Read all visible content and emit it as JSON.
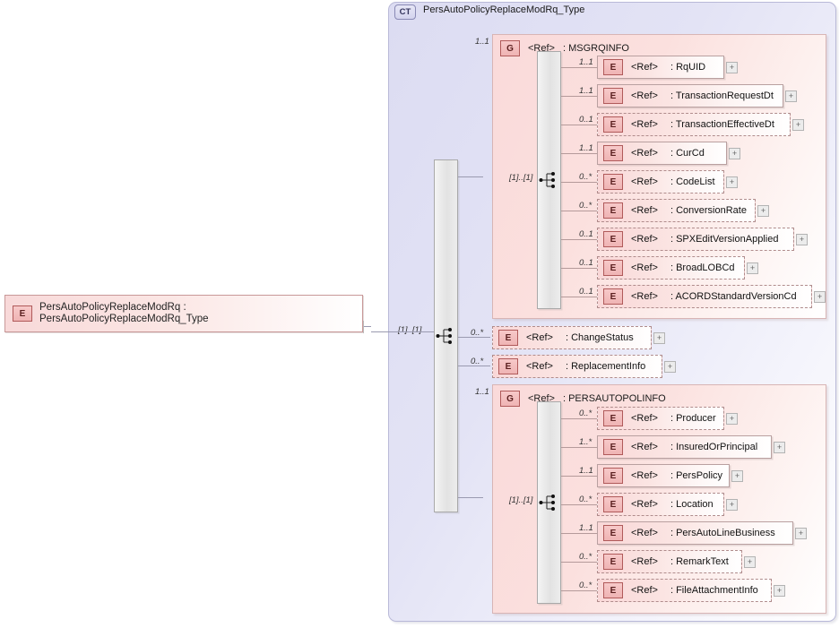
{
  "diagram": {
    "type": "xsd-schema-tree",
    "root_element": {
      "icon": "E",
      "name": "PersAutoPolicyReplaceModRq",
      "separator": ":",
      "type": "PersAutoPolicyReplaceModRq_Type",
      "label": "PersAutoPolicyReplaceModRq : PersAutoPolicyReplaceModRq_Type"
    },
    "complex_type": {
      "icon": "CT",
      "name": "PersAutoPolicyReplaceModRq_Type"
    },
    "sequence_cardinality": "[1]..[1]",
    "ref_label": "<Ref>",
    "groups": [
      {
        "icon": "G",
        "ref": "<Ref>",
        "name": ": MSGRQINFO",
        "cardinality": "1..1",
        "sequence_cardinality": "[1]..[1]",
        "children": [
          {
            "icon": "E",
            "ref": "<Ref>",
            "name": ": RqUID",
            "cardinality": "1..1",
            "required": true
          },
          {
            "icon": "E",
            "ref": "<Ref>",
            "name": ": TransactionRequestDt",
            "cardinality": "1..1",
            "required": true
          },
          {
            "icon": "E",
            "ref": "<Ref>",
            "name": ": TransactionEffectiveDt",
            "cardinality": "0..1",
            "required": false
          },
          {
            "icon": "E",
            "ref": "<Ref>",
            "name": ": CurCd",
            "cardinality": "1..1",
            "required": true
          },
          {
            "icon": "E",
            "ref": "<Ref>",
            "name": ": CodeList",
            "cardinality": "0..*",
            "required": false
          },
          {
            "icon": "E",
            "ref": "<Ref>",
            "name": ": ConversionRate",
            "cardinality": "0..*",
            "required": false
          },
          {
            "icon": "E",
            "ref": "<Ref>",
            "name": ": SPXEditVersionApplied",
            "cardinality": "0..1",
            "required": false
          },
          {
            "icon": "E",
            "ref": "<Ref>",
            "name": ": BroadLOBCd",
            "cardinality": "0..1",
            "required": false
          },
          {
            "icon": "E",
            "ref": "<Ref>",
            "name": ": ACORDStandardVersionCd",
            "cardinality": "0..1",
            "required": false
          }
        ]
      },
      {
        "icon": "G",
        "ref": "<Ref>",
        "name": ": PERSAUTOPOLINFO",
        "cardinality": "1..1",
        "sequence_cardinality": "[1]..[1]",
        "children": [
          {
            "icon": "E",
            "ref": "<Ref>",
            "name": ": Producer",
            "cardinality": "0..*",
            "required": false
          },
          {
            "icon": "E",
            "ref": "<Ref>",
            "name": ": InsuredOrPrincipal",
            "cardinality": "1..*",
            "required": true
          },
          {
            "icon": "E",
            "ref": "<Ref>",
            "name": ": PersPolicy",
            "cardinality": "1..1",
            "required": true
          },
          {
            "icon": "E",
            "ref": "<Ref>",
            "name": ": Location",
            "cardinality": "0..*",
            "required": false
          },
          {
            "icon": "E",
            "ref": "<Ref>",
            "name": ": PersAutoLineBusiness",
            "cardinality": "1..1",
            "required": true
          },
          {
            "icon": "E",
            "ref": "<Ref>",
            "name": ": RemarkText",
            "cardinality": "0..*",
            "required": false
          },
          {
            "icon": "E",
            "ref": "<Ref>",
            "name": ": FileAttachmentInfo",
            "cardinality": "0..*",
            "required": false
          }
        ]
      }
    ],
    "top_level_elements": [
      {
        "icon": "E",
        "ref": "<Ref>",
        "name": ": ChangeStatus",
        "cardinality": "0..*",
        "required": false
      },
      {
        "icon": "E",
        "ref": "<Ref>",
        "name": ": ReplacementInfo",
        "cardinality": "0..*",
        "required": false
      }
    ],
    "colors": {
      "element_fill": "#f9d7d7",
      "group_fill": "#fadada",
      "container_fill": "#dcdcf2",
      "icon_border": "#b05a5a",
      "line": "#9a9ab0"
    }
  }
}
